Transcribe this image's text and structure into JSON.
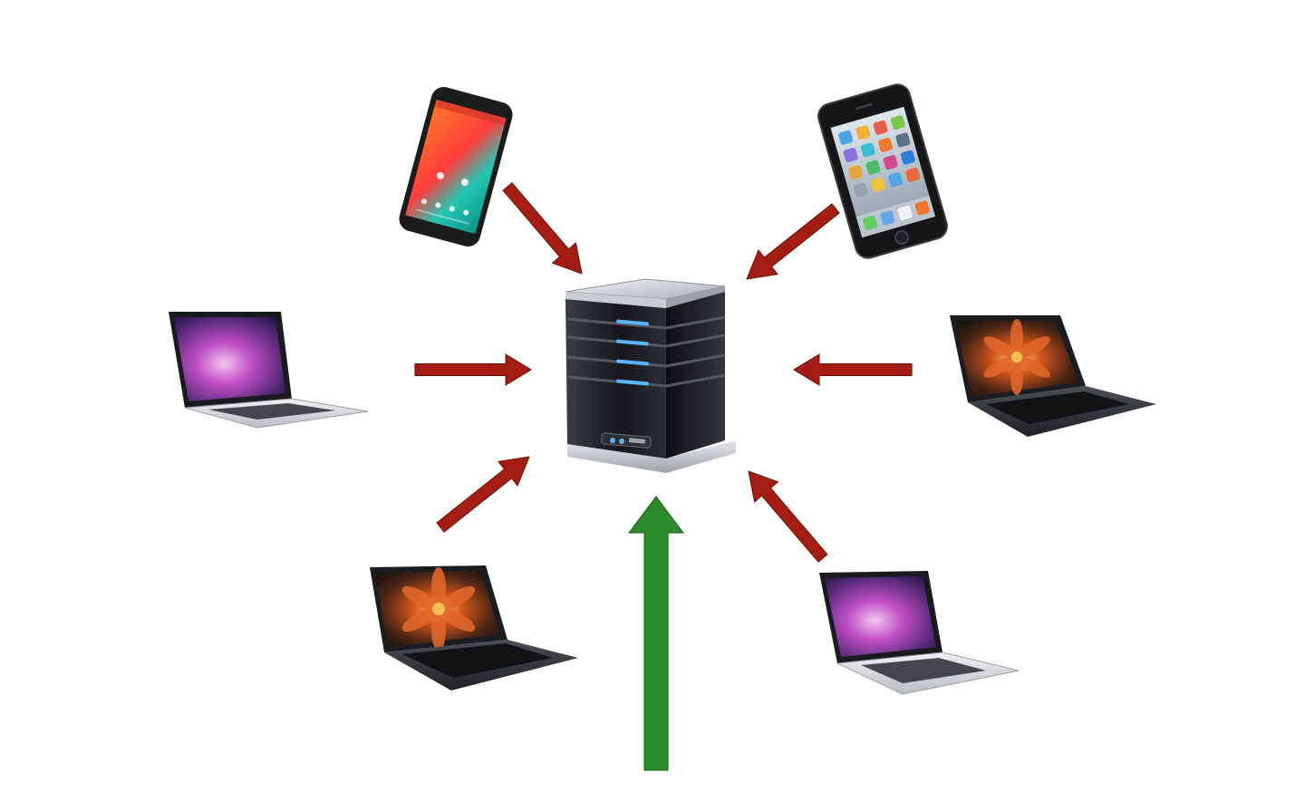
{
  "diagram": {
    "colors": {
      "background": "#ffffff",
      "client_arrow": "#a31d12",
      "client_arrow_outline": "#6b0f08",
      "main_arrow": "#2d8a2b",
      "main_arrow_outline": "#1d5f1c",
      "server_body": "#1f2125",
      "server_top": "#d9dbde",
      "server_light": "#57b6ff",
      "android_screen_a": "#ff5a2a",
      "android_screen_b": "#20c4b4",
      "mac_wallpaper_a": "#c04fc4",
      "mac_wallpaper_b": "#26184a",
      "xps_wallpaper_a": "#d1561e",
      "xps_wallpaper_b": "#1a1410"
    },
    "nodes": [
      {
        "id": "server",
        "kind": "server-icon"
      },
      {
        "id": "phone-android",
        "kind": "smartphone-icon"
      },
      {
        "id": "phone-iphone",
        "kind": "smartphone-icon"
      },
      {
        "id": "laptop-mac-left",
        "kind": "laptop-icon"
      },
      {
        "id": "laptop-xps-right",
        "kind": "laptop-icon"
      },
      {
        "id": "laptop-xps-bottom-left",
        "kind": "laptop-icon"
      },
      {
        "id": "laptop-mac-bottom-right",
        "kind": "laptop-icon"
      }
    ],
    "arrows": [
      {
        "from": "phone-android",
        "to": "server",
        "style": "client"
      },
      {
        "from": "phone-iphone",
        "to": "server",
        "style": "client"
      },
      {
        "from": "laptop-mac-left",
        "to": "server",
        "style": "client"
      },
      {
        "from": "laptop-xps-right",
        "to": "server",
        "style": "client"
      },
      {
        "from": "laptop-xps-bottom-left",
        "to": "server",
        "style": "client"
      },
      {
        "from": "laptop-mac-bottom-right",
        "to": "server",
        "style": "client"
      },
      {
        "from": "bottom-edge",
        "to": "server",
        "style": "main"
      }
    ]
  }
}
